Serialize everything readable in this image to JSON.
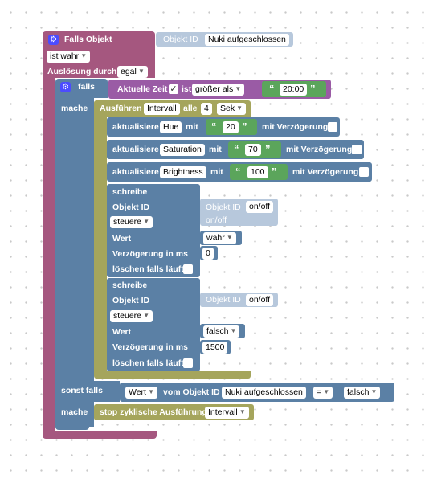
{
  "colors": {
    "event_purple": "#a5577f",
    "logic_blue": "#5b80a5",
    "interval_olive": "#a5a55c",
    "compare_violet": "#9a5ba5",
    "text_green": "#5ba55b",
    "objectid_light": "#b7c8dc"
  },
  "trigger": {
    "title": "Falls Objekt",
    "object_id_label": "Objekt ID",
    "object_id_value": "Nuki aufgeschlossen",
    "state_value": "ist wahr",
    "trigger_label": "Auslösung durch",
    "trigger_value": "egal"
  },
  "if_block": {
    "falls_label": "falls",
    "time_label": "Aktuelle Zeit",
    "time_is": "ist",
    "compare_op": "größer als",
    "time_value": "20:00",
    "mache_label": "mache",
    "sonst_falls_label": "sonst falls",
    "mache2_label": "mache"
  },
  "interval": {
    "ausfuehren": "Ausführen",
    "name": "Intervall",
    "alle": "alle",
    "count": "4",
    "unit": "Sek"
  },
  "updates": [
    {
      "label": "aktualisiere",
      "name": "Hue",
      "mit": "mit",
      "value": "20",
      "delay": "mit Verzögerung"
    },
    {
      "label": "aktualisiere",
      "name": "Saturation",
      "mit": "mit",
      "value": "70",
      "delay": "mit Verzögerung"
    },
    {
      "label": "aktualisiere",
      "name": "Brightness",
      "mit": "mit",
      "value": "100",
      "delay": "mit Verzögerung"
    }
  ],
  "writes": [
    {
      "title": "schreibe",
      "object_id": "Objekt ID",
      "object_id_label": "Objekt ID",
      "object_id_value": "on/off",
      "object_id_sub": "on/off",
      "mode": "steuere",
      "wert": "Wert",
      "wert_value": "wahr",
      "delay_label": "Verzögerung in ms",
      "delay_value": "0",
      "clear_label": "löschen falls läuft"
    },
    {
      "title": "schreibe",
      "object_id": "Objekt ID",
      "object_id_label": "Objekt ID",
      "object_id_value": "on/off",
      "mode": "steuere",
      "wert": "Wert",
      "wert_value": "falsch",
      "delay_label": "Verzögerung in ms",
      "delay_value": "1500",
      "clear_label": "löschen falls läuft"
    }
  ],
  "else_if": {
    "wert": "Wert",
    "vom_objekt": "vom Objekt ID",
    "object_value": "Nuki aufgeschlossen",
    "op": "=",
    "value": "falsch",
    "stop_label": "stop zyklische Ausführung",
    "stop_value": "Intervall"
  }
}
